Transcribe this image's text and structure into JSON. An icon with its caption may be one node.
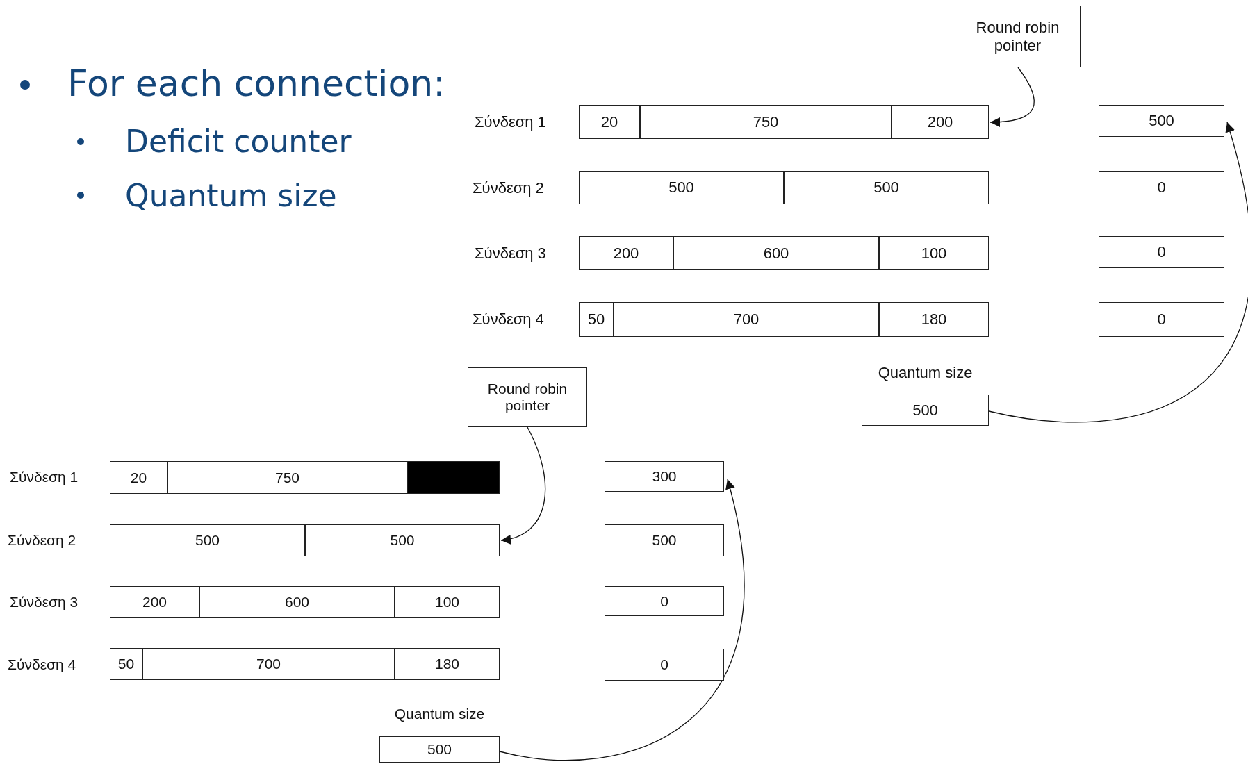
{
  "diagram": {
    "nodes": [
      {
        "text": [
          "Round robin pointer"
        ]
      },
      {
        "text": [
          "20"
        ]
      },
      {
        "text": [
          "750"
        ]
      },
      {
        "text": [
          "200"
        ]
      },
      {
        "text": [
          "500"
        ]
      },
      {
        "text": [
          "500"
        ]
      },
      {
        "text": [
          "500"
        ]
      },
      {
        "text": [
          "0"
        ]
      },
      {
        "text": [
          "200"
        ]
      },
      {
        "text": [
          "600"
        ]
      },
      {
        "text": [
          "100"
        ]
      },
      {
        "text": [
          "0"
        ]
      },
      {
        "text": [
          "50"
        ]
      },
      {
        "text": [
          "700"
        ]
      },
      {
        "text": [
          "180"
        ]
      },
      {
        "text": [
          "0"
        ]
      },
      {
        "text": [
          "500"
        ],
        "beside": [
          "Quantum size"
        ]
      },
      {
        "text": [
          "Round robin pointer"
        ]
      },
      {
        "text": [
          "20"
        ]
      },
      {
        "text": [
          "750"
        ]
      },
      {
        "text": [],
        "shape": "bar"
      },
      {
        "text": [
          "300"
        ]
      },
      {
        "text": [
          "500"
        ]
      },
      {
        "text": [
          "500"
        ]
      },
      {
        "text": [
          "500"
        ]
      },
      {
        "text": [
          "200"
        ]
      },
      {
        "text": [
          "600"
        ]
      },
      {
        "text": [
          "100"
        ]
      },
      {
        "text": [
          "0"
        ]
      },
      {
        "text": [
          "50"
        ]
      },
      {
        "text": [
          "700"
        ]
      },
      {
        "text": [
          "180"
        ]
      },
      {
        "text": [
          "0"
        ]
      },
      {
        "text": [
          "500"
        ],
        "beside": [
          "Quantum size"
        ]
      }
    ],
    "edges": [
      {
        "from": 0,
        "to": 3,
        "arrow": "to"
      },
      {
        "from": 16,
        "to": 4,
        "arrow": "to"
      },
      {
        "from": 17,
        "to": 23,
        "arrow": "to"
      },
      {
        "from": 33,
        "to": 21,
        "arrow": "to"
      }
    ],
    "labels": [
      "For each connection:",
      "Deficit counter",
      "Quantum size",
      "Σύνδεση 1",
      "Σύνδεση 2",
      "Σύνδεση 3",
      "Σύνδεση 4",
      "Σύνδεση 1",
      "Σύνδεση 2",
      "Σύνδεση 3",
      "Σύνδεση 4"
    ]
  }
}
